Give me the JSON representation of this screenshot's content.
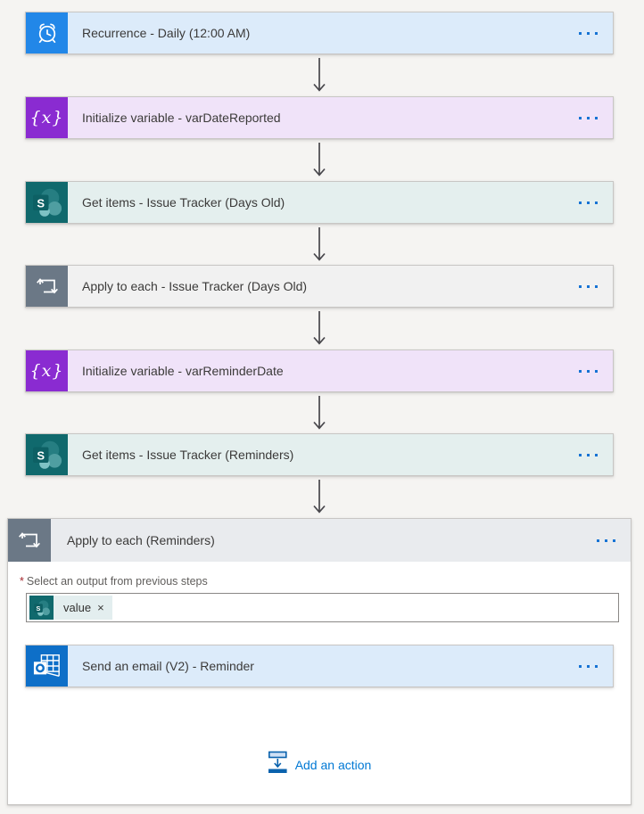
{
  "palette": {
    "page_bg": "#f5f4f2",
    "recurrence_blue": "#2287e8",
    "variable_purple": "#8a2bd1",
    "sharepoint_teal": "#10696d",
    "foreach_gray": "#6b7886",
    "outlook_blue": "#0e6fc8",
    "link_blue": "#0078d4",
    "ellipsis_blue": "#1673d4",
    "required_red": "#a4262c",
    "connector_gray": "#47464b"
  },
  "flow": {
    "steps": [
      {
        "title": "Recurrence - Daily (12:00 AM)",
        "type": "recurrence",
        "icon": "alarm-clock-icon"
      },
      {
        "title": "Initialize variable - varDateReported",
        "type": "variable",
        "icon": "variable-braces-icon",
        "icon_glyph": "{x}"
      },
      {
        "title": "Get items - Issue Tracker (Days Old)",
        "type": "sharepoint",
        "icon": "sharepoint-icon"
      },
      {
        "title": "Apply to each - Issue Tracker (Days Old)",
        "type": "foreach",
        "icon": "loop-icon"
      },
      {
        "title": "Initialize variable - varReminderDate",
        "type": "variable",
        "icon": "variable-braces-icon",
        "icon_glyph": "{x}"
      },
      {
        "title": "Get items - Issue Tracker (Reminders)",
        "type": "sharepoint",
        "icon": "sharepoint-icon"
      }
    ],
    "scope": {
      "title": "Apply to each (Reminders)",
      "required_marker": "*",
      "field_label": "Select an output from previous steps",
      "token": {
        "label": "value",
        "remove_glyph": "×",
        "icon": "sharepoint-icon"
      },
      "child": {
        "title": "Send an email (V2) - Reminder",
        "icon": "outlook-icon"
      },
      "add_action": {
        "label": "Add an action",
        "icon": "insert-action-icon"
      }
    }
  }
}
